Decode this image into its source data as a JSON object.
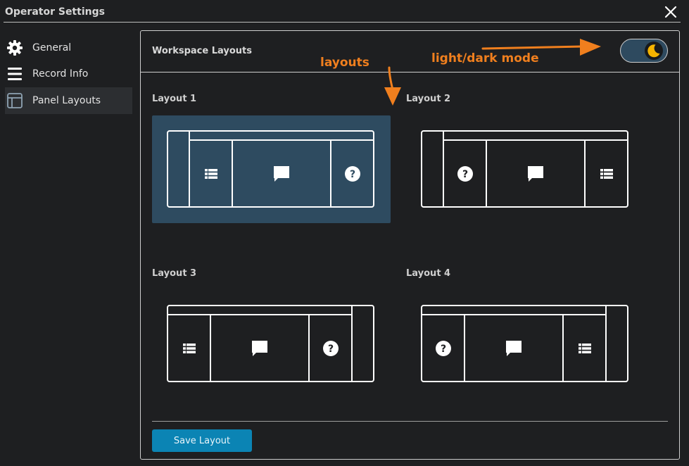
{
  "window": {
    "title": "Operator Settings"
  },
  "sidebar": {
    "items": [
      {
        "label": "General",
        "icon": "gear-icon",
        "active": false
      },
      {
        "label": "Record Info",
        "icon": "menu-lines-icon",
        "active": false
      },
      {
        "label": "Panel Layouts",
        "icon": "panel-layout-icon",
        "active": true
      }
    ]
  },
  "panel": {
    "title": "Workspace Layouts",
    "theme_toggle": {
      "state": "dark",
      "icon": "moon-icon"
    },
    "layouts": [
      {
        "label": "Layout 1",
        "selected": true
      },
      {
        "label": "Layout 2",
        "selected": false
      },
      {
        "label": "Layout 3",
        "selected": false
      },
      {
        "label": "Layout 4",
        "selected": false
      }
    ],
    "save_label": "Save Layout"
  },
  "annotations": {
    "layouts": "layouts",
    "theme": "light/dark mode",
    "color": "#f07f1e"
  },
  "colors": {
    "background": "#1e1f21",
    "selected_card": "#2e4b60",
    "save_button": "#0b84b4",
    "toggle_track": "#2e4a5f",
    "moon": "#f5b400"
  }
}
